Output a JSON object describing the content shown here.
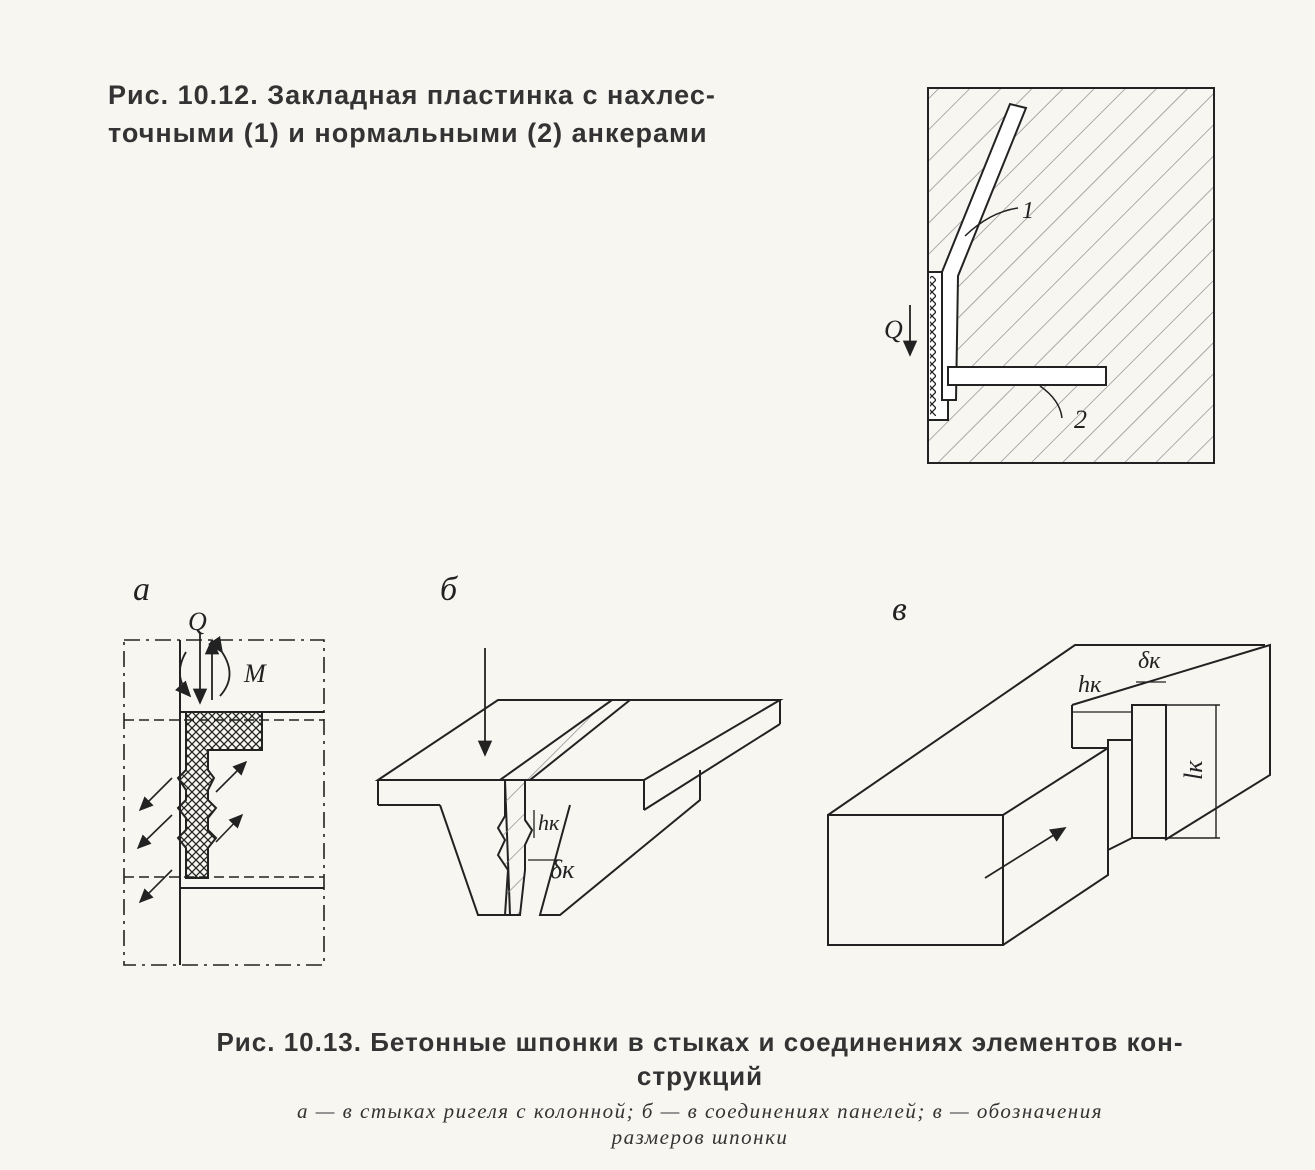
{
  "figure_10_12": {
    "caption_line1": "Рис. 10.12. Закладная пластинка с нахлес-",
    "caption_line2": "точными (1) и нормальными (2) анкерами",
    "label_anchor_1": "1",
    "label_anchor_2": "2",
    "label_force": "Q"
  },
  "figure_10_13": {
    "panel_a_label": "а",
    "panel_b_label": "б",
    "panel_c_label": "в",
    "a_force": "Q",
    "a_moment": "M",
    "b_height": "hк",
    "b_depth": "δк",
    "c_height": "hк",
    "c_depth": "δк",
    "c_length": "lк",
    "caption_line1": "Рис. 10.13. Бетонные шпонки в стыках и соединениях элементов кон-",
    "caption_line2": "струкций",
    "legend_line1": "а — в стыках ригеля с колонной; б — в соединениях панелей; в — обозначения",
    "legend_line2": "размеров шпонки"
  }
}
